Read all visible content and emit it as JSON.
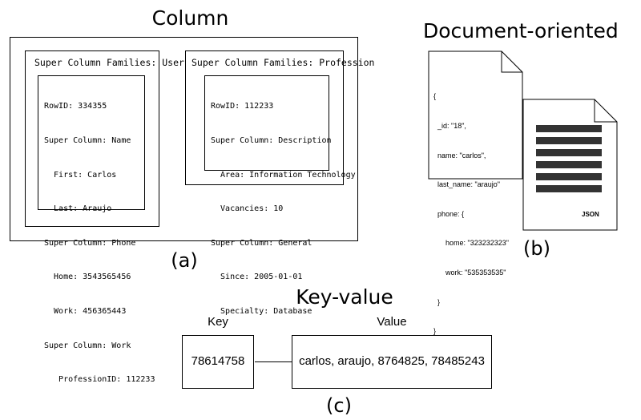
{
  "column_panel": {
    "title": "Column",
    "caption": "(a)",
    "family_user": {
      "header": "Super Column Families: User",
      "lines": [
        "RowID: 334355",
        "Super Column: Name",
        "  First: Carlos",
        "  Last: Araujo",
        "Super Column: Phone",
        "  Home: 3543565456",
        "  Work: 456365443",
        "Super Column: Work",
        "   ProfessionID: 112233"
      ]
    },
    "family_profession": {
      "header": "Super Column Families: Profession",
      "lines": [
        "RowID: 112233",
        "Super Column: Description",
        "  Area: Information Technology",
        "  Vacancies: 10",
        "Super Column: General",
        "  Since: 2005-01-01",
        "  Specialty: Database"
      ]
    }
  },
  "document_panel": {
    "title": "Document-oriented",
    "caption": "(b)",
    "json_lines": [
      "{",
      "  _id: \"18\",",
      "  name: \"carlos\",",
      "  last_name: \"araujo\"",
      "  phone: {",
      "      home: \"323232323\"",
      "      work: \"535353535\"",
      "  }",
      "}"
    ],
    "file_label": "JSON",
    "page_icon": "document-icon"
  },
  "keyvalue_panel": {
    "title": "Key-value",
    "caption": "(c)",
    "key_label": "Key",
    "value_label": "Value",
    "key": "78614758",
    "value": "carlos, araujo, 8764825, 78485243"
  }
}
